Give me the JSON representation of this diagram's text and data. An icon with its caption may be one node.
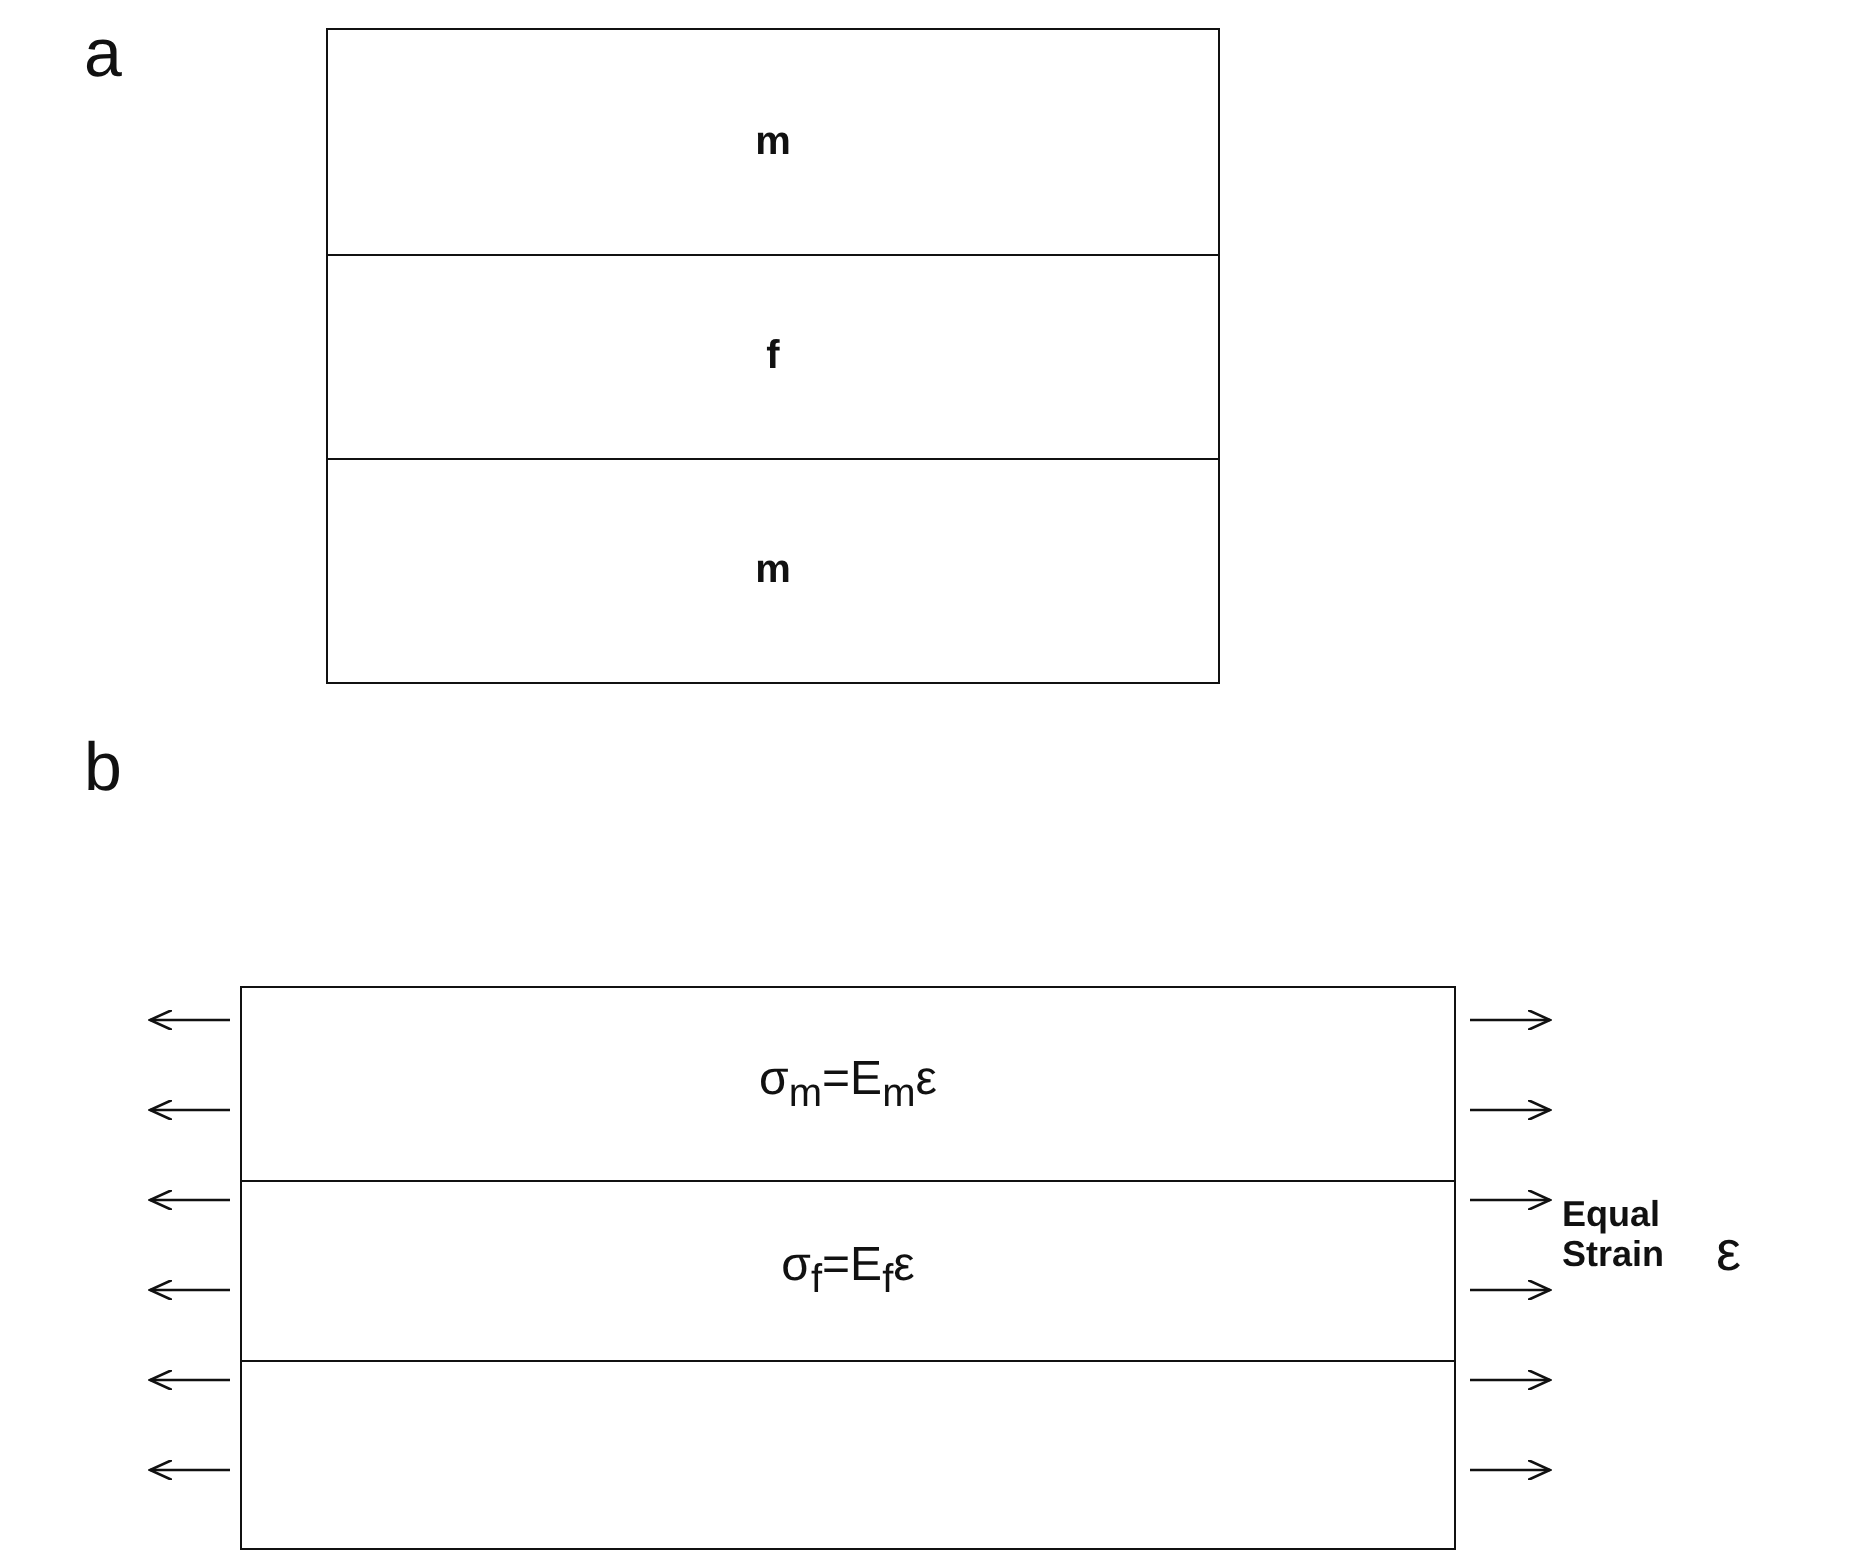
{
  "diagram": {
    "nodes": [
      {
        "text": [
          "m"
        ]
      },
      {
        "text": [
          "f"
        ]
      },
      {
        "text": [
          "m"
        ]
      },
      {
        "text": [
          "σ$_{m}$=E$_{m}$ε"
        ]
      },
      {
        "text": [
          "σ$_{f}$=E$_{f}$ε"
        ]
      },
      {
        "text": [],
        "shape": "box"
      }
    ],
    "labels": [
      "a",
      "b",
      "Equal Strain",
      "ε"
    ]
  }
}
